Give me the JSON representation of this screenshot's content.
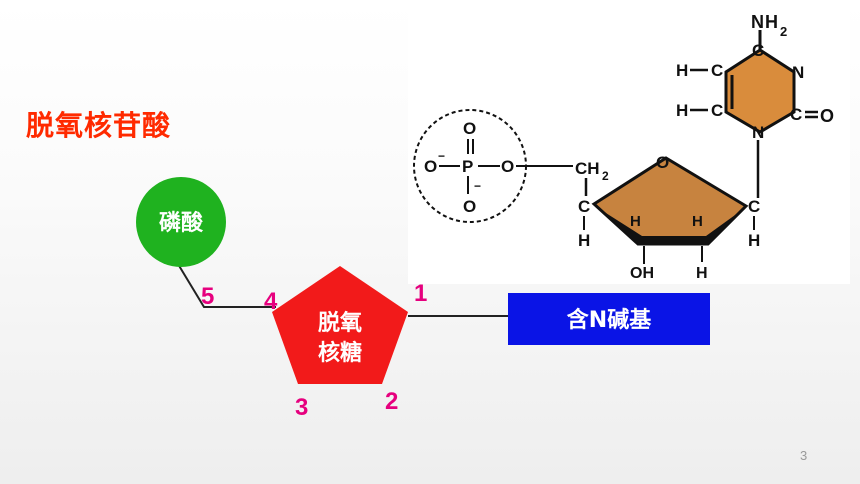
{
  "page": {
    "title": "脱氧核苷酸",
    "page_number": "3"
  },
  "nodes": {
    "phosphate": {
      "label": "磷酸",
      "color": "#1fb21f"
    },
    "sugar": {
      "line1": "脱氧",
      "line2": "核糖",
      "color": "#f21a1a"
    },
    "base": {
      "label": "含N碱基",
      "color": "#0a14e6"
    }
  },
  "carbon_numbers": {
    "c1": "1",
    "c2": "2",
    "c3": "3",
    "c4": "4",
    "c5": "5"
  },
  "structure": {
    "base_ring_color": "#d98c3c",
    "sugar_ring_color": "#c7833f",
    "nh2_n": "N",
    "nh2_h": "H",
    "nh2_sub": "2",
    "c_top": "C",
    "n_right": "N",
    "c_right": "C",
    "o_right": "O",
    "n_bottom": "N",
    "h_left1": "H",
    "c_left1": "C",
    "h_left2": "H",
    "c_left2": "C",
    "o_top": "O",
    "o_left": "O",
    "o_neg_charge": "−",
    "p": "P",
    "o_right_p": "O",
    "o_bottom": "O",
    "o_bottom_charge": "−",
    "ch2_c": "CH",
    "ch2_sub": "2",
    "ring_o": "O",
    "c4": "C",
    "h4": "H",
    "c1": "C",
    "h1": "H",
    "h3": "H",
    "h2": "H",
    "oh": "OH",
    "h2b": "H"
  }
}
